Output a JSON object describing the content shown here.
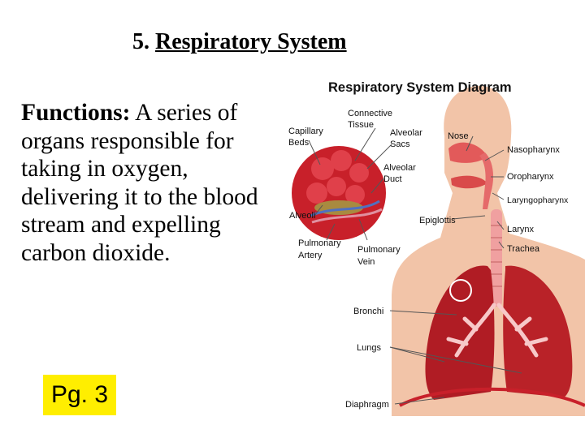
{
  "slide": {
    "number": "5.",
    "title": "Respiratory System",
    "functions_label": "Functions:",
    "functions_text": " A series of organs responsible for taking in oxygen, delivering it to the blood stream and expelling carbon dioxide.",
    "page_ref": "Pg. 3"
  },
  "diagram": {
    "title": "Respiratory System Diagram",
    "labels": {
      "connective_tissue_1": "Connective",
      "connective_tissue_2": "Tissue",
      "capillary_beds_1": "Capillary",
      "capillary_beds_2": "Beds",
      "alveolar_sacs_1": "Alveolar",
      "alveolar_sacs_2": "Sacs",
      "alveolar_duct_1": "Alveolar",
      "alveolar_duct_2": "Duct",
      "alveoli": "Alveoli",
      "pulmonary_artery_1": "Pulmonary",
      "pulmonary_artery_2": "Artery",
      "pulmonary_vein_1": "Pulmonary",
      "pulmonary_vein_2": "Vein",
      "nose": "Nose",
      "nasopharynx": "Nasopharynx",
      "oropharynx": "Oropharynx",
      "laryngopharynx": "Laryngopharynx",
      "epiglottis": "Epiglottis",
      "larynx": "Larynx",
      "trachea": "Trachea",
      "bronchi": "Bronchi",
      "lungs": "Lungs",
      "diaphragm": "Diaphragm"
    }
  },
  "colors": {
    "highlight": "#ffee00",
    "skin": "#f2c4a8",
    "tissue_red": "#c8202a",
    "lung_red": "#b01c24",
    "trachea_pink": "#f0a0a0",
    "leader_line": "#555555"
  }
}
